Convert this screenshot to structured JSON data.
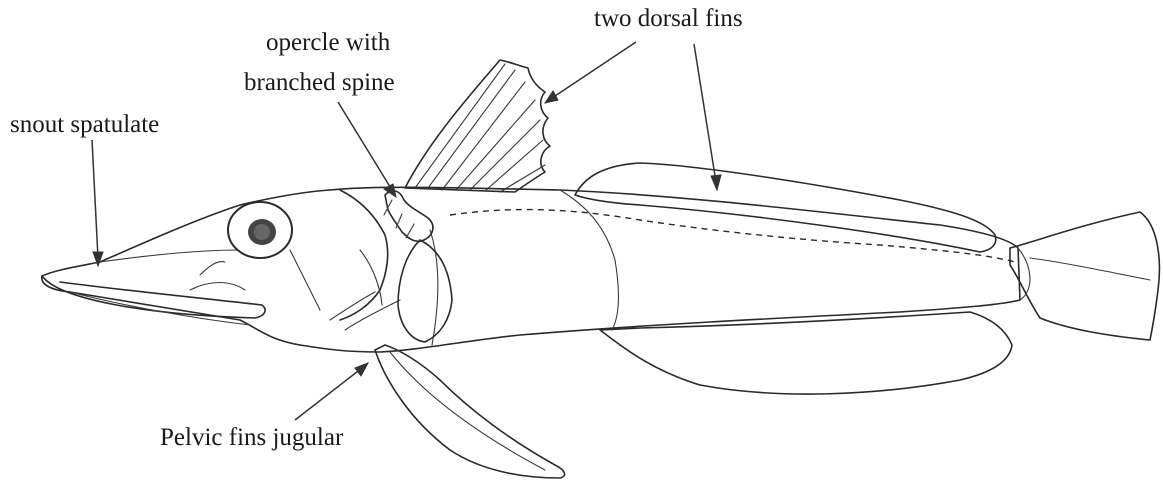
{
  "labels": {
    "snout": "snout spatulate",
    "opercle_line1": "opercle with",
    "opercle_line2": "branched spine",
    "dorsal": "two dorsal fins",
    "pelvic": "Pelvic fins jugular"
  },
  "colors": {
    "ink": "#2a2a2a",
    "background": "#ffffff"
  }
}
